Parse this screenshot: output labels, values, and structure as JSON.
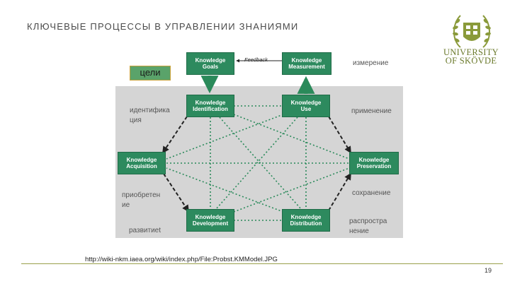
{
  "slide": {
    "title": "КЛЮЧЕВЫЕ ПРОЦЕССЫ В УПРАВЛЕНИИ ЗНАНИЯМИ",
    "source_url": "http://wiki-nkm.iaea.org/wiki/index.php/File:Probst.KMModel.JPG",
    "page_number": "19"
  },
  "logo": {
    "line1": "UNIVERSITY",
    "line2": "OF SKÖVDE"
  },
  "diagram": {
    "feedback_label": "Feedback",
    "boxes": {
      "goals": [
        "Knowledge",
        "Goals"
      ],
      "measurement": [
        "Knowledge",
        "Measurement"
      ],
      "identification": [
        "Knowledge",
        "Identification"
      ],
      "use": [
        "Knowledge",
        "Use"
      ],
      "acquisition": [
        "Knowledge",
        "Acquisition"
      ],
      "preservation": [
        "Knowledge",
        "Preservation"
      ],
      "development": [
        "Knowledge",
        "Development"
      ],
      "distribution": [
        "Knowledge",
        "Distribution"
      ]
    },
    "ru_labels": {
      "goals": "цели",
      "measurement": "измерение",
      "identification_1": "идентифика",
      "identification_2": "ция",
      "use": "применение",
      "preservation": "сохранение",
      "acquisition_1": "приобретен",
      "acquisition_2": "ие",
      "development": "развитиet",
      "distribution_1": "распростра",
      "distribution_2": "нение"
    },
    "colors": {
      "box_fill": "#2d8a5e",
      "link_green": "#2a8a5a",
      "link_dark": "#222222",
      "panel": "#d5d5d5",
      "accent": "#6b7a2c"
    }
  }
}
